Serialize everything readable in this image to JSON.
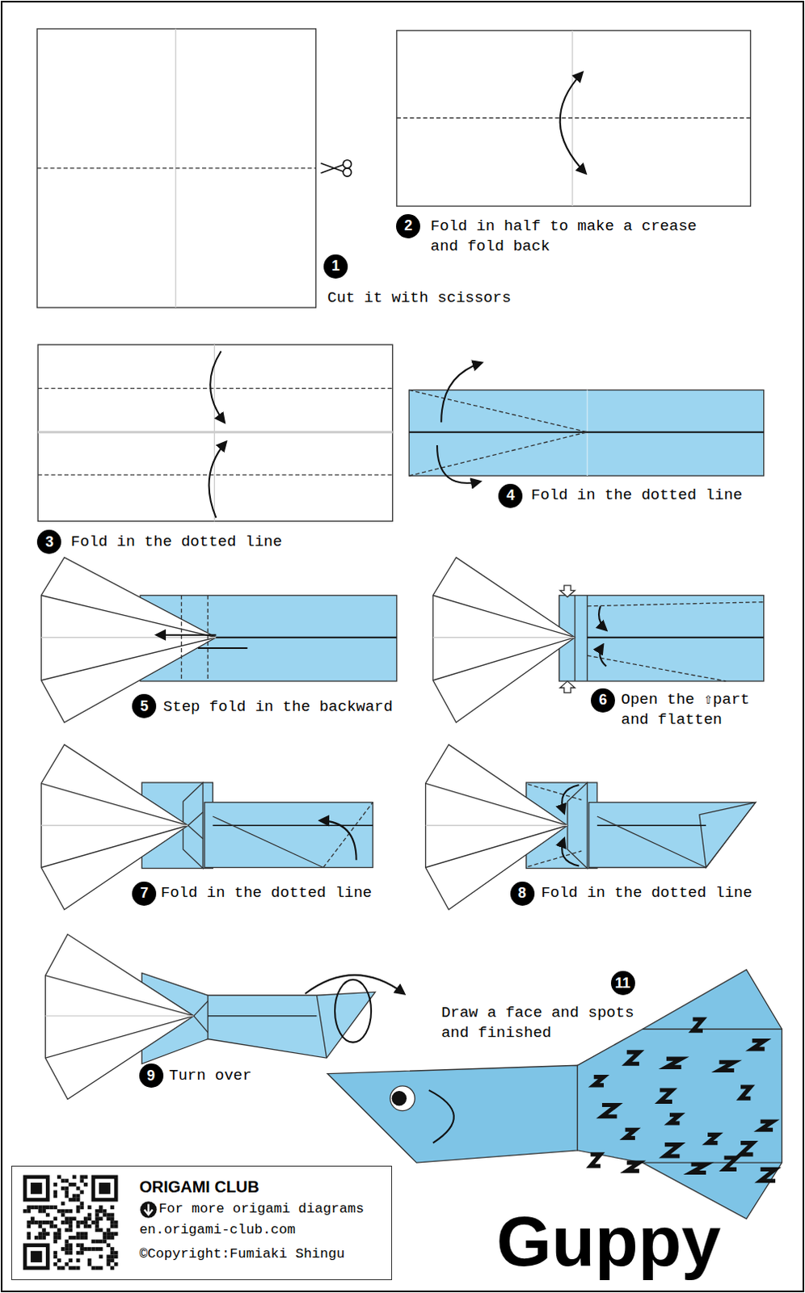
{
  "diagram": {
    "title": "Guppy",
    "nodes": [
      {
        "text": [
          "ORIGAMI CLUB",
          "For more origami diagrams en.origami-club.com",
          "©Copyright:Fumiaki Shingu"
        ]
      }
    ],
    "labels": [
      "1",
      "Cut it with scissors",
      "2",
      "Fold in half to make a crease and fold back",
      "3",
      "Fold in the dotted line",
      "4",
      "Fold in the dotted line",
      "5",
      "Step fold in the backward",
      "6",
      "Open the ⇧part and flatten",
      "7",
      "Fold in the dotted line",
      "8",
      "Fold in the dotted line",
      "9",
      "Turn over",
      "11",
      "Draw a face and spots and finished"
    ]
  }
}
